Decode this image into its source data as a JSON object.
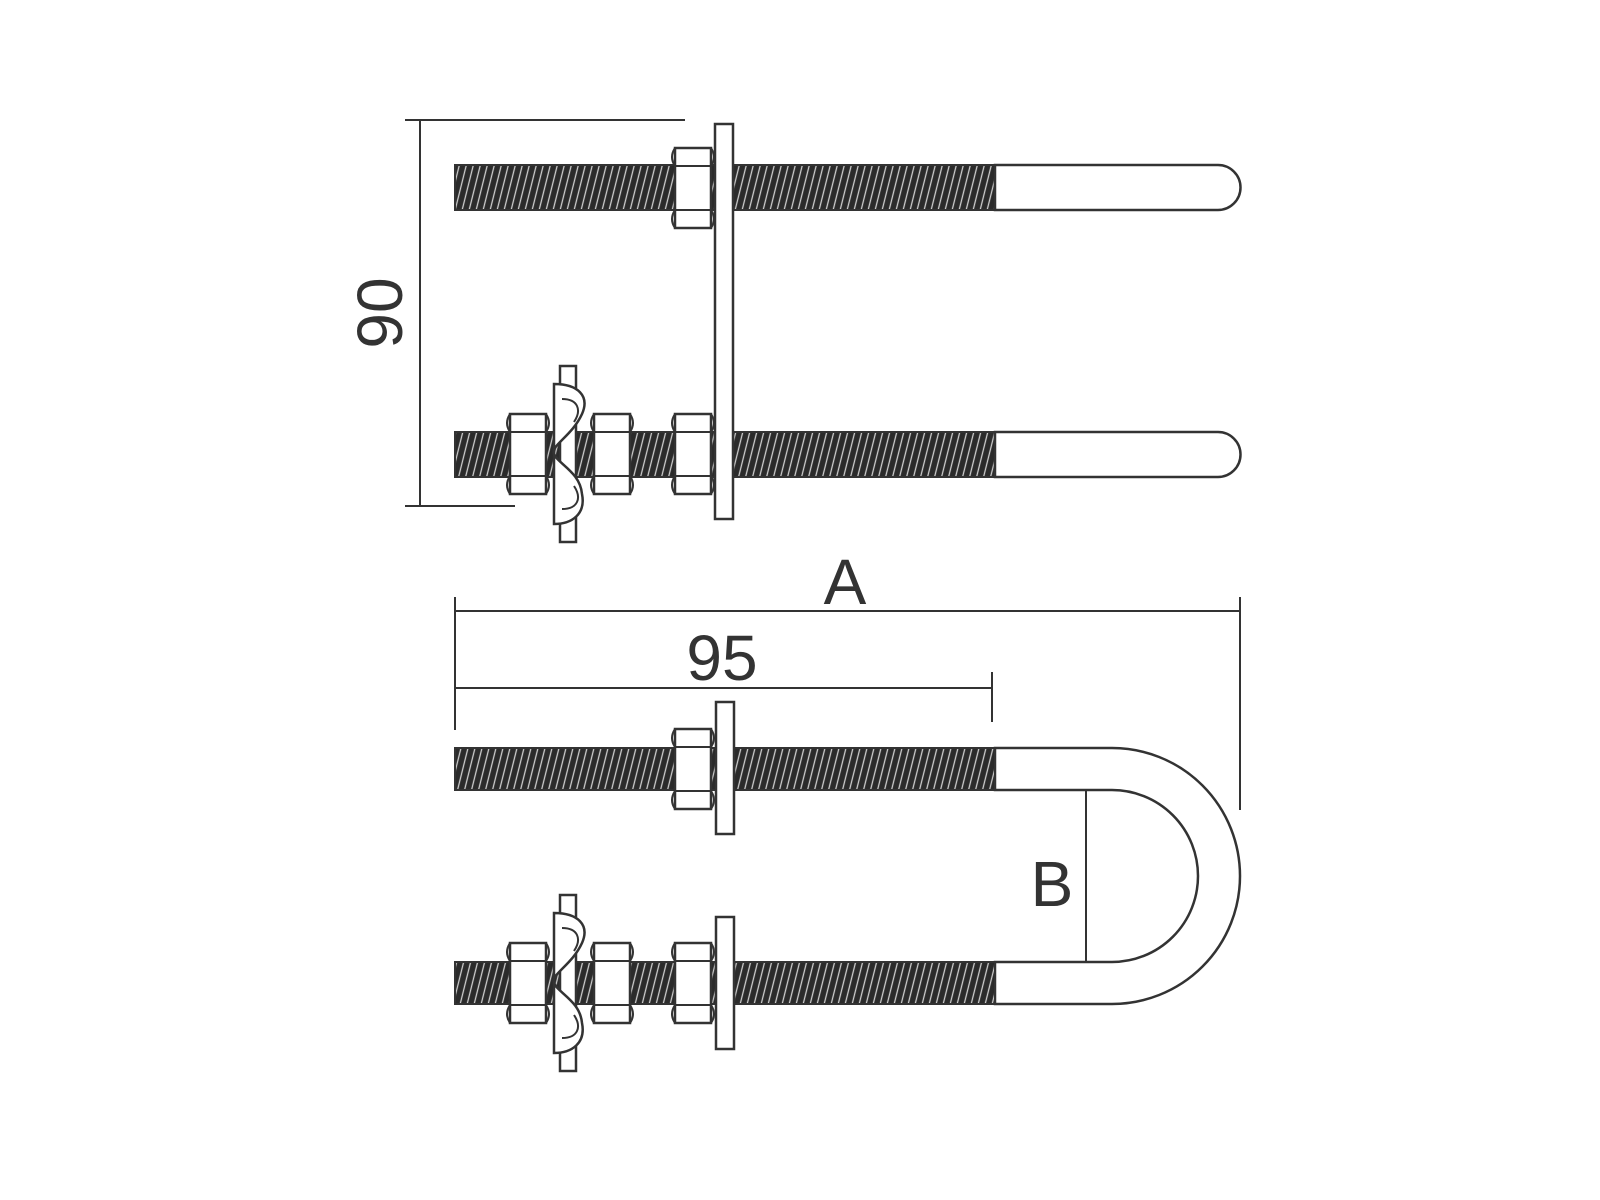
{
  "dimensions": {
    "height_label": "90",
    "overall_length_label": "A",
    "thread_length_label": "95",
    "inner_width_label": "B"
  },
  "colors": {
    "line": "#333333",
    "thread": "#2b2b2b",
    "background": "#ffffff"
  }
}
